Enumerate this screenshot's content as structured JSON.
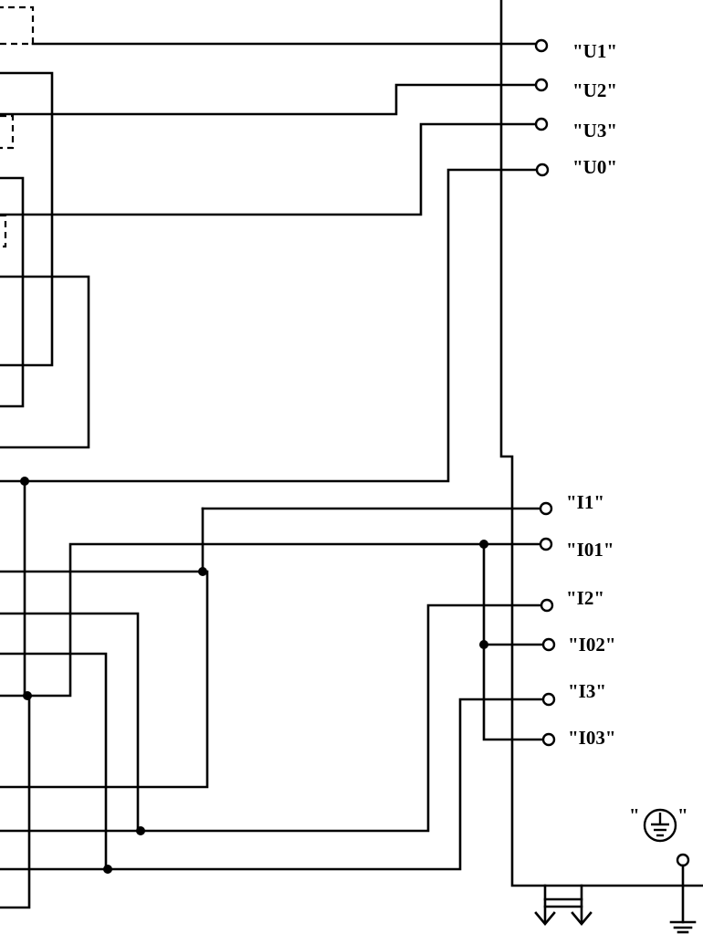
{
  "terminals": {
    "u1": "\"U1\"",
    "u2": "\"U2\"",
    "u3": "\"U3\"",
    "u0": "\"U0\"",
    "i1": "\"I1\"",
    "i01": "\"I01\"",
    "i2": "\"I2\"",
    "i02": "\"I02\"",
    "i3": "\"I3\"",
    "i03": "\"I03\""
  },
  "ground_label": {
    "open_quote": "\"",
    "close_quote": "\""
  },
  "icons": {
    "protective_earth": "protective-earth-icon",
    "ground": "ground-icon",
    "chassis_ground": "chassis-ground-icon"
  }
}
